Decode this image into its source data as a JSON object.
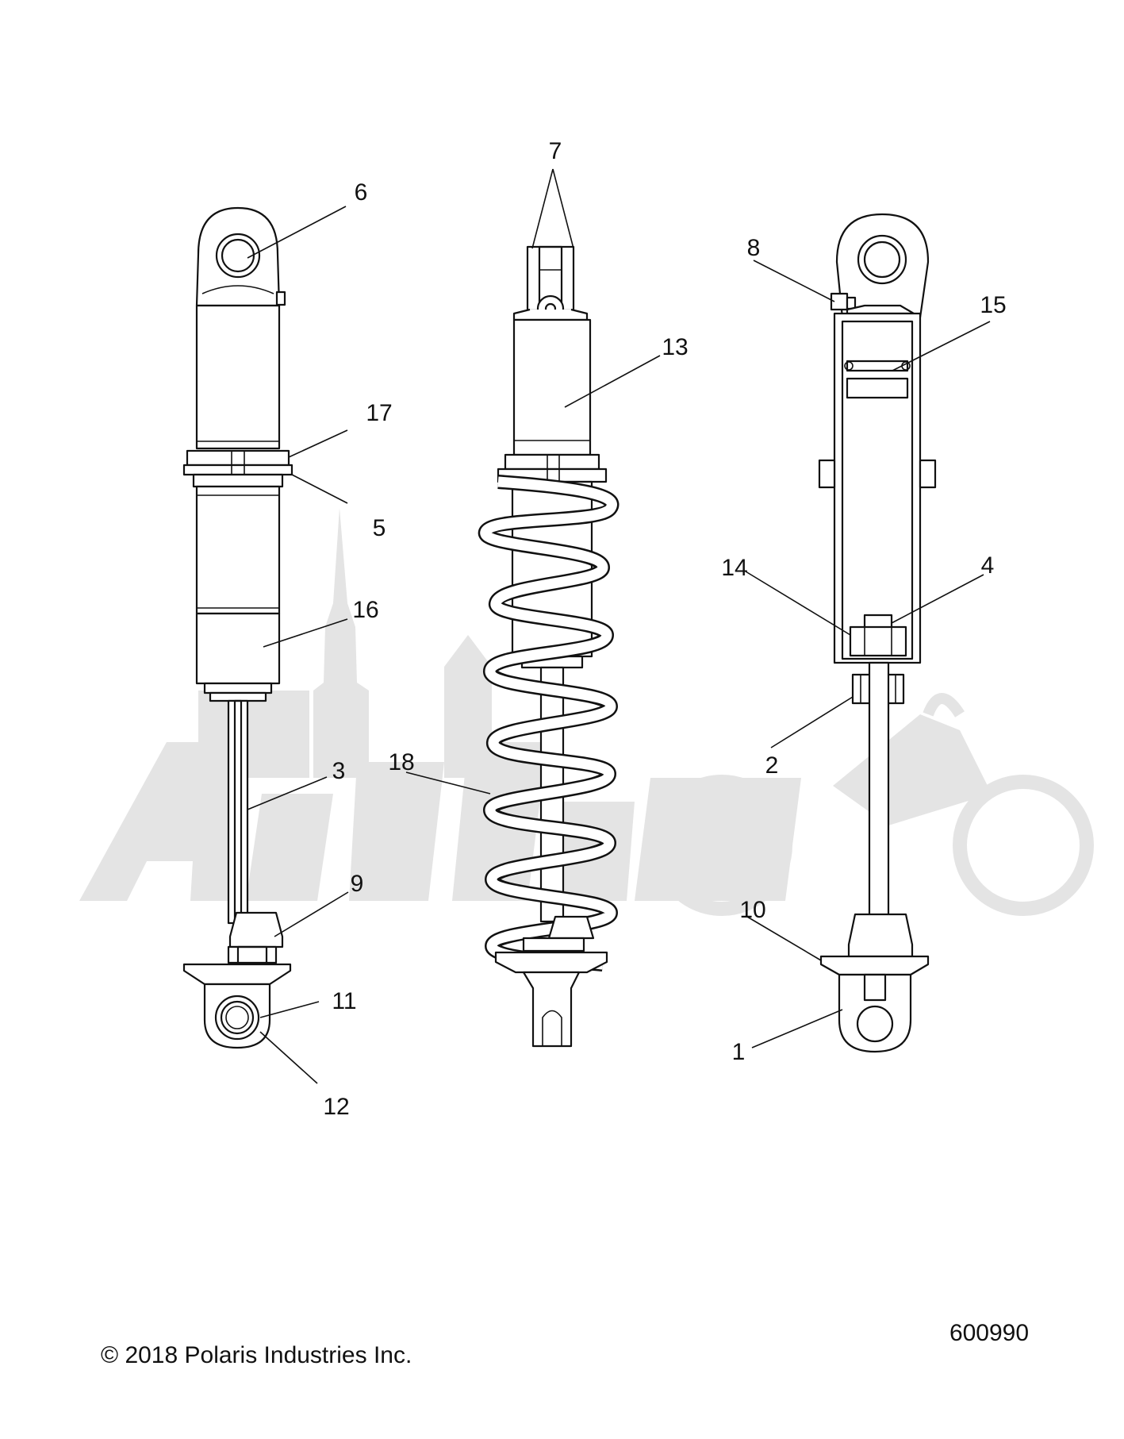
{
  "diagram": {
    "callouts": {
      "c1": "1",
      "c2": "2",
      "c3": "3",
      "c4": "4",
      "c5": "5",
      "c6": "6",
      "c7": "7",
      "c8": "8",
      "c9": "9",
      "c10": "10",
      "c11": "11",
      "c12": "12",
      "c13": "13",
      "c14": "14",
      "c15": "15",
      "c16": "16",
      "c17": "17",
      "c18": "18"
    },
    "copyright": "© 2018 Polaris Industries Inc.",
    "figure_number": "600990"
  },
  "colors": {
    "line": "#111111",
    "watermark": "#e4e4e4",
    "background": "#ffffff"
  }
}
